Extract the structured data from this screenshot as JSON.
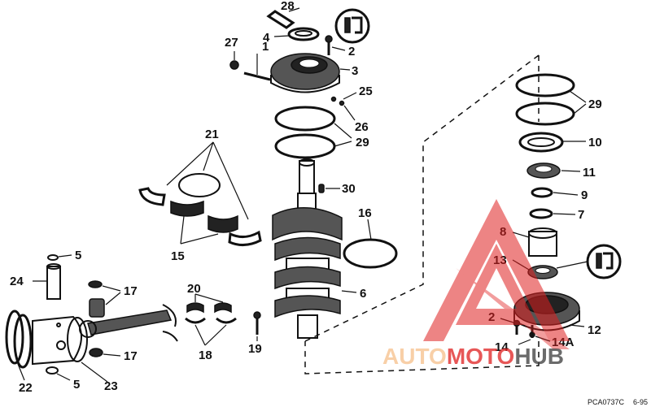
{
  "diagram": {
    "part_numbers": {
      "p1": "1",
      "p2a": "2",
      "p2b": "2",
      "p3": "3",
      "p4": "4",
      "p5a": "5",
      "p5b": "5",
      "p6": "6",
      "p7": "7",
      "p8": "8",
      "p9": "9",
      "p10": "10",
      "p11": "11",
      "p12": "12",
      "p13": "13",
      "p14": "14",
      "p14a": "14A",
      "p15": "15",
      "p16": "16",
      "p17a": "17",
      "p17b": "17",
      "p18": "18",
      "p19": "19",
      "p20": "20",
      "p21": "21",
      "p22": "22",
      "p23": "23",
      "p24": "24",
      "p25": "25",
      "p26": "26",
      "p27": "27",
      "p28": "28",
      "p29a": "29",
      "p29b": "29",
      "p30": "30"
    },
    "drawing_code": "PCA0737C",
    "drawing_date": "6-95"
  },
  "watermark": {
    "part1": "AUTO",
    "part2": "MOTO",
    "part3": "HUB",
    "color_light": "#f6c08a",
    "color_red": "#e02020",
    "color_dark": "#3a3a3a"
  }
}
